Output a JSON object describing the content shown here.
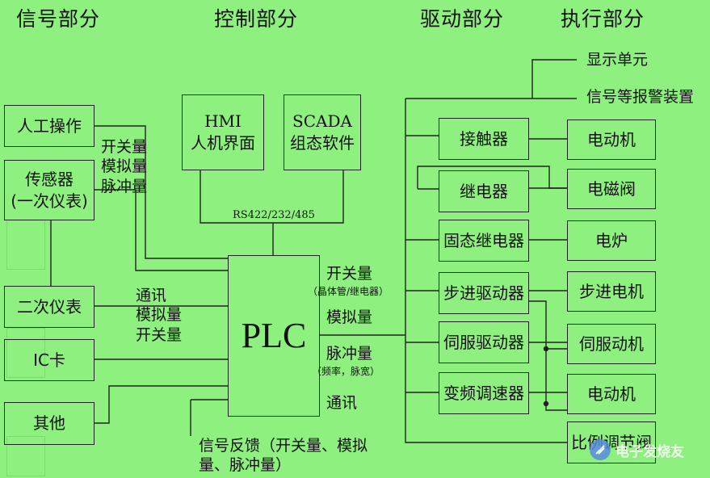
{
  "headers": {
    "signal": "信号部分",
    "control": "控制部分",
    "drive": "驱动部分",
    "execute": "执行部分"
  },
  "signal_boxes": {
    "manual": "人工操作",
    "sensor": "传感器\n(一次仪表)",
    "secondary": "二次仪表",
    "ic_card": "IC卡",
    "other": "其他"
  },
  "control_boxes": {
    "hmi": "HMI\n人机界面",
    "scada": "SCADA\n组态软件",
    "plc": "PLC"
  },
  "drive_boxes": {
    "contactor": "接触器",
    "relay": "继电器",
    "ssr": "固态继电器",
    "stepper_driver": "步进驱动器",
    "servo_driver": "伺服驱动器",
    "vfd": "变频调速器"
  },
  "execute_boxes": {
    "motor1": "电动机",
    "solenoid": "电磁阀",
    "furnace": "电炉",
    "stepper_motor": "步进电机",
    "servo_motor": "伺服动机",
    "motor2": "电动机",
    "prop_valve": "比例调节阀"
  },
  "execute_labels": {
    "display": "显示单元",
    "alarm": "信号等报警装置"
  },
  "labels": {
    "sensor_signals": "开关量\n模拟量\n脉冲量",
    "rs_bus": "RS422/232/485",
    "secondary_signals": "通讯\n模拟量\n开关量",
    "out_switch": "开关量",
    "out_switch_note": "（晶体管/继电器）",
    "out_analog": "模拟量",
    "out_pulse": "脉冲量",
    "out_pulse_note": "（频率，脉宽）",
    "out_comm": "通讯",
    "feedback": "信号反馈（开关量、模拟\n量、脉冲量）"
  },
  "watermark": "电子发烧友"
}
